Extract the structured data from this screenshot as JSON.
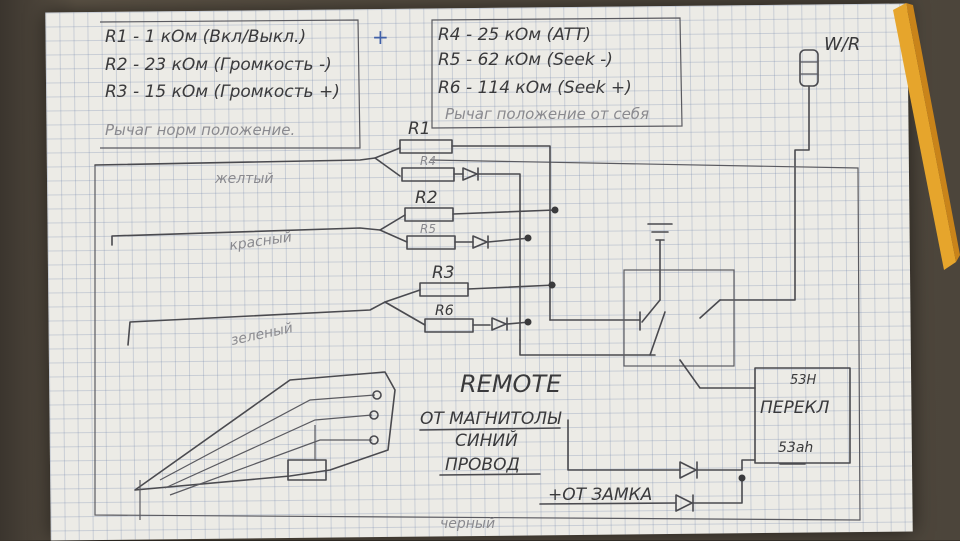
{
  "legend_left": {
    "r1": "R1 - 1 кОм (Вкл/Выкл.)",
    "r2": "R2 - 23 кОм (Громкость -)",
    "r3": "R3 - 15 кОм (Громкость +)",
    "note": "Рычаг норм положение."
  },
  "plus_sign": "+",
  "legend_right": {
    "r4": "R4 - 25 кОм (ATT)",
    "r5": "R5 - 62 кОм (Seek -)",
    "r6": "R6 - 114 кОм (Seek +)",
    "note": "Рычаг положение от себя"
  },
  "corner_label": "W/R",
  "resistors": {
    "r1": "R1",
    "r4": "R4",
    "r2": "R2",
    "r5": "R5",
    "r3": "R3",
    "r6": "R6"
  },
  "wires": {
    "yellow": "желтый",
    "red": "красный",
    "green": "зеленый",
    "black": "черный"
  },
  "remote": {
    "title": "REMOTE",
    "line1": "ОТ МАГНИТОЛЫ",
    "line2": "СИНИЙ",
    "line3": "ПРОВОД"
  },
  "switch_box": {
    "top": "53H",
    "middle": "ПЕРЕКЛ",
    "bottom": "53ah"
  },
  "ignition": "+ОТ ЗАМКА"
}
